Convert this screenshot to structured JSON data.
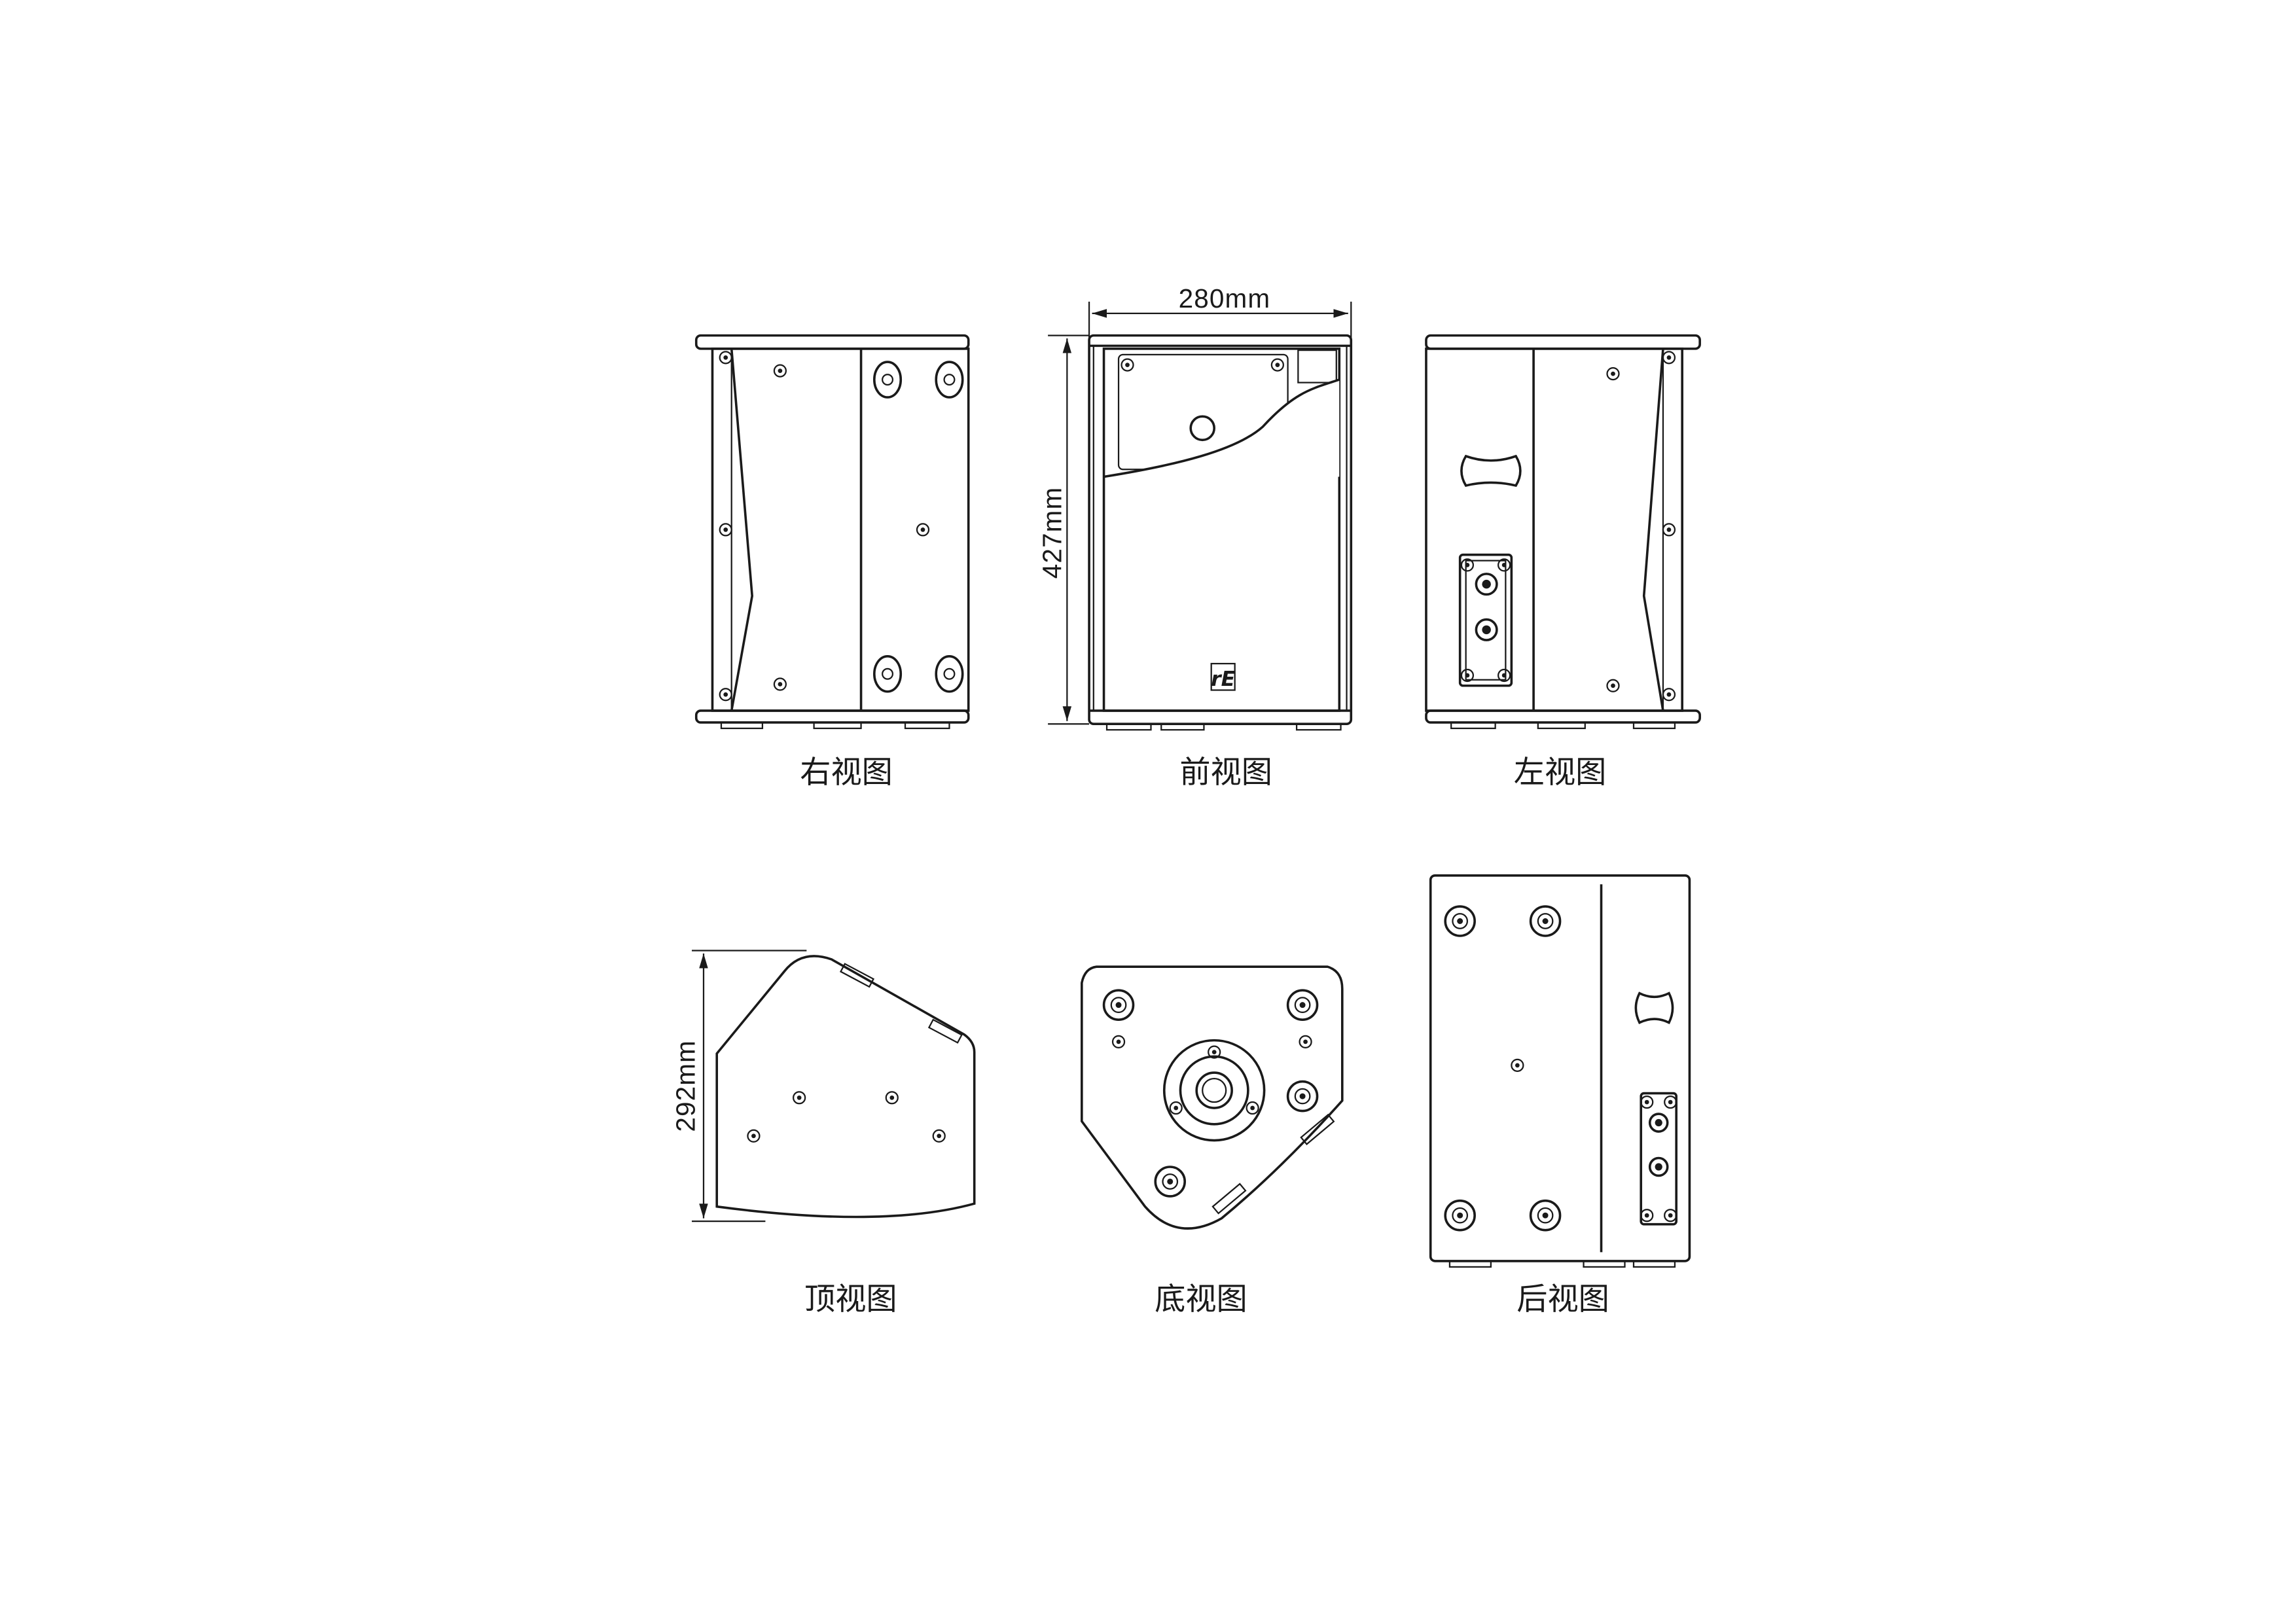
{
  "views": {
    "right": "右视图",
    "front": "前视图",
    "left": "左视图",
    "top": "顶视图",
    "bottom": "底视图",
    "back": "后视图"
  },
  "dimensions": {
    "width": "280mm",
    "height": "427mm",
    "depth": "292mm"
  },
  "logo_text": "rE",
  "colors": {
    "line": "#1a1a1a",
    "background": "#ffffff"
  }
}
